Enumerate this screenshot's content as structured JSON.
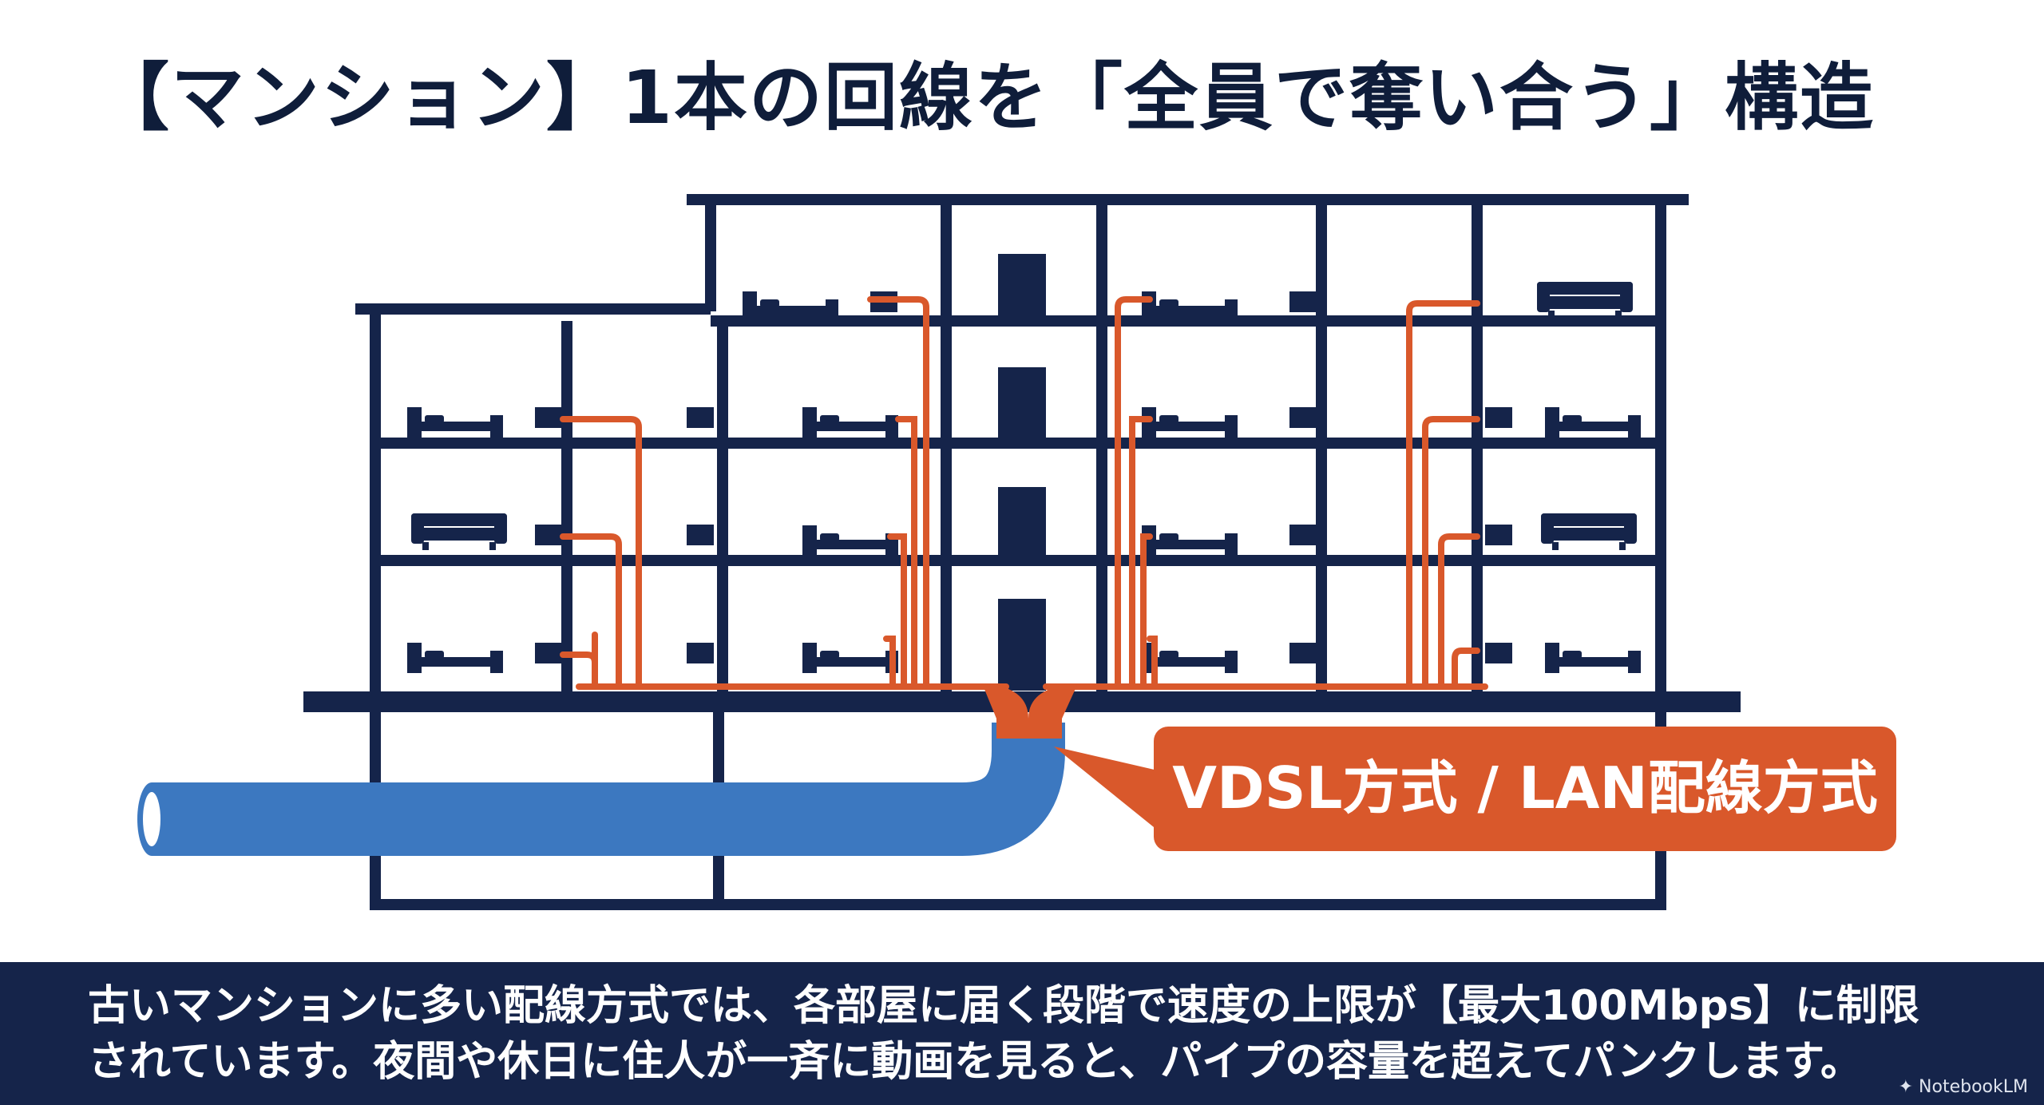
{
  "title": "【マンション】1本の回線を「全員で奪い合う」構造",
  "callout": {
    "label": "VDSL方式 / LAN配線方式"
  },
  "caption": {
    "line1": "古いマンションに多い配線方式では、各部屋に届く段階で速度の上限が【最大100Mbps】に制限",
    "line2": "されています。夜間や休日に住人が一斉に動画を見ると、パイプの容量を超えてパンクします。"
  },
  "watermark": {
    "text": "NotebookLM"
  },
  "colors": {
    "navy": "#15244a",
    "orange": "#d9582b",
    "blue": "#3c78c0",
    "background": "#ffffff"
  }
}
